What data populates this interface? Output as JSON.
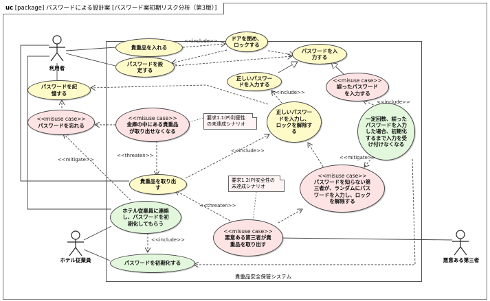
{
  "frame": {
    "keyword": "uc",
    "title": "[package] パスワードによる設計案 [パスワード案初期リスク分析（第3版）]"
  },
  "system": {
    "name": "貴重品安全保管システム"
  },
  "actors": {
    "user": "利用者",
    "hotel_staff": "ホテル従業員",
    "attacker": "悪意ある第三者"
  },
  "use_cases": {
    "store_valuables": [
      "貴重品を入れる"
    ],
    "close_lock": [
      "ドアを閉め、",
      "ロックする"
    ],
    "enter_password": [
      "パスワードを入",
      "力する"
    ],
    "set_password": [
      "パスワードを設",
      "定する"
    ],
    "enter_correct_password": [
      "正しいパスワー",
      "ドを入力する"
    ],
    "remember_password": [
      "パスワードを記",
      "憶する"
    ],
    "enter_wrong_password": [
      "誤ったパスワード",
      "を入力する"
    ],
    "unlock": [
      "正しいパスワー",
      "ドを入力し、",
      "ロックを解除す",
      "る"
    ],
    "forget_password": [
      "パスワードを忘れる"
    ],
    "cannot_retrieve": [
      "金庫の中にある貴重品",
      "が取り出せなくなる"
    ],
    "lockout": [
      "一定回数、誤った",
      "パスワードを入力",
      "した場合、初期化",
      "するまで入力を受",
      "け付けなくなる"
    ],
    "retrieve_valuables": [
      "貴重品を取り出",
      "す"
    ],
    "random_unlock": [
      "パスワードを知らない第",
      "三者が、ランダムにパス",
      "ワードを入力し、ロック",
      "を解除する"
    ],
    "contact_staff": [
      "ホテル従業員に連絡",
      "し、パスワードを初",
      "期化してもらう"
    ],
    "theft": [
      "悪意ある第三者が貴",
      "重品を取り出す"
    ],
    "reset_password": [
      "パスワードを初期化する"
    ]
  },
  "stereotypes": {
    "misuse": "<<misuse case>>"
  },
  "relations": {
    "include": "<<include>>",
    "threaten": "<<threaten>>",
    "mitigate": "<<mitigate>>"
  },
  "notes": {
    "req_1_1": "要求1.1(P)利便性\nの未達成シナリオ",
    "req_1_2": "要求1.2(P)安全性の\n未達成シナリオ"
  },
  "colors": {
    "use_case_fill": "#fffbc8",
    "misuse_case_fill": "#fde3e3",
    "countermeasure_fill": "#e2f7dc",
    "line": "#444444"
  }
}
